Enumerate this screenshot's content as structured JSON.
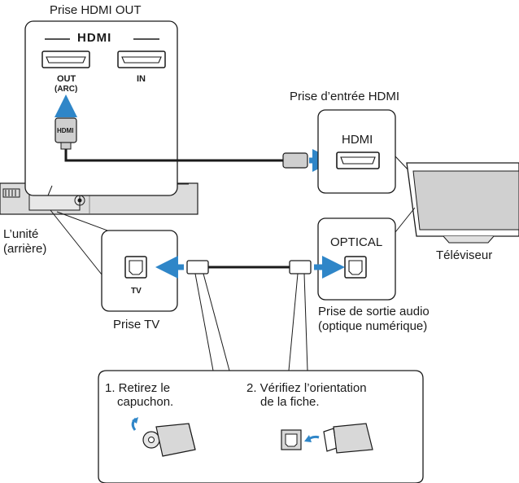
{
  "labels": {
    "hdmi_out_socket": "Prise HDMI OUT",
    "hdmi_in_socket": "Prise d’entrée HDMI",
    "unit_rear_line1": "L’unité",
    "unit_rear_line2": "(arrière)",
    "tv_socket": "Prise TV",
    "tv": "Téléviseur",
    "audio_out_line1": "Prise de sortie audio",
    "audio_out_line2": "(optique numérique)"
  },
  "panel": {
    "logo": "HDMI",
    "port_out": "OUT",
    "port_out_sub": "(ARC)",
    "port_in": "IN",
    "cable_plug": "HDMI"
  },
  "tv_panel": {
    "hdmi": "HDMI",
    "optical": "OPTICAL"
  },
  "unit_panel": {
    "tv_port": "TV"
  },
  "steps": [
    {
      "line1": "1. Retirez le",
      "line2": "capuchon."
    },
    {
      "line1": "2. Vérifiez l’orientation",
      "line2": "de la fiche."
    }
  ],
  "colors": {
    "arrow": "#2f86c8",
    "line": "#1a1a1a",
    "device": "#d9d9d9",
    "screen": "#cfcfcf"
  }
}
